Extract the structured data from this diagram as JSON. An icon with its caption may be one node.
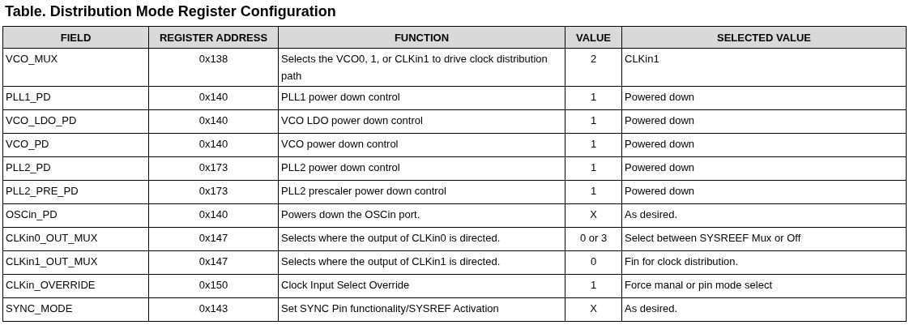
{
  "diagram": {
    "title": "Table. Distribution Mode Register Configuration",
    "labels": [
      "FIELD",
      "REGISTER ADDRESS",
      "FUNCTION",
      "VALUE",
      "SELECTED VALUE",
      "VCO_MUX",
      "0x138",
      "Selects the VCO0, 1, or CLKin1 to drive clock distribution path",
      "2",
      "CLKin1",
      "PLL1_PD",
      "0x140",
      "PLL1 power down control",
      "1",
      "Powered down",
      "VCO_LDO_PD",
      "0x140",
      "VCO LDO power down control",
      "1",
      "Powered down",
      "VCO_PD",
      "0x140",
      "VCO power down control",
      "1",
      "Powered down",
      "PLL2_PD",
      "0x173",
      "PLL2 power down control",
      "1",
      "Powered down",
      "PLL2_PRE_PD",
      "0x173",
      "PLL2 prescaler power down control",
      "1",
      "Powered down",
      "OSCin_PD",
      "0x140",
      "Powers down the OSCin port.",
      "X",
      "As desired.",
      "CLKin0_OUT_MUX",
      "0x147",
      "Selects where the output of CLKin0 is directed.",
      "0 or 3",
      "Select between SYSREEF Mux or Off",
      "CLKin1_OUT_MUX",
      "0x147",
      "Selects where the output of CLKin1 is directed.",
      "0",
      "Fin for clock distribution.",
      "CLKin_OVERRIDE",
      "0x150",
      "Clock Input Select Override",
      "1",
      "Force manal or pin mode select",
      "SYNC_MODE",
      "0x143",
      "Set SYNC Pin functionality/SYSREF Activation",
      "X",
      "As desired."
    ]
  }
}
